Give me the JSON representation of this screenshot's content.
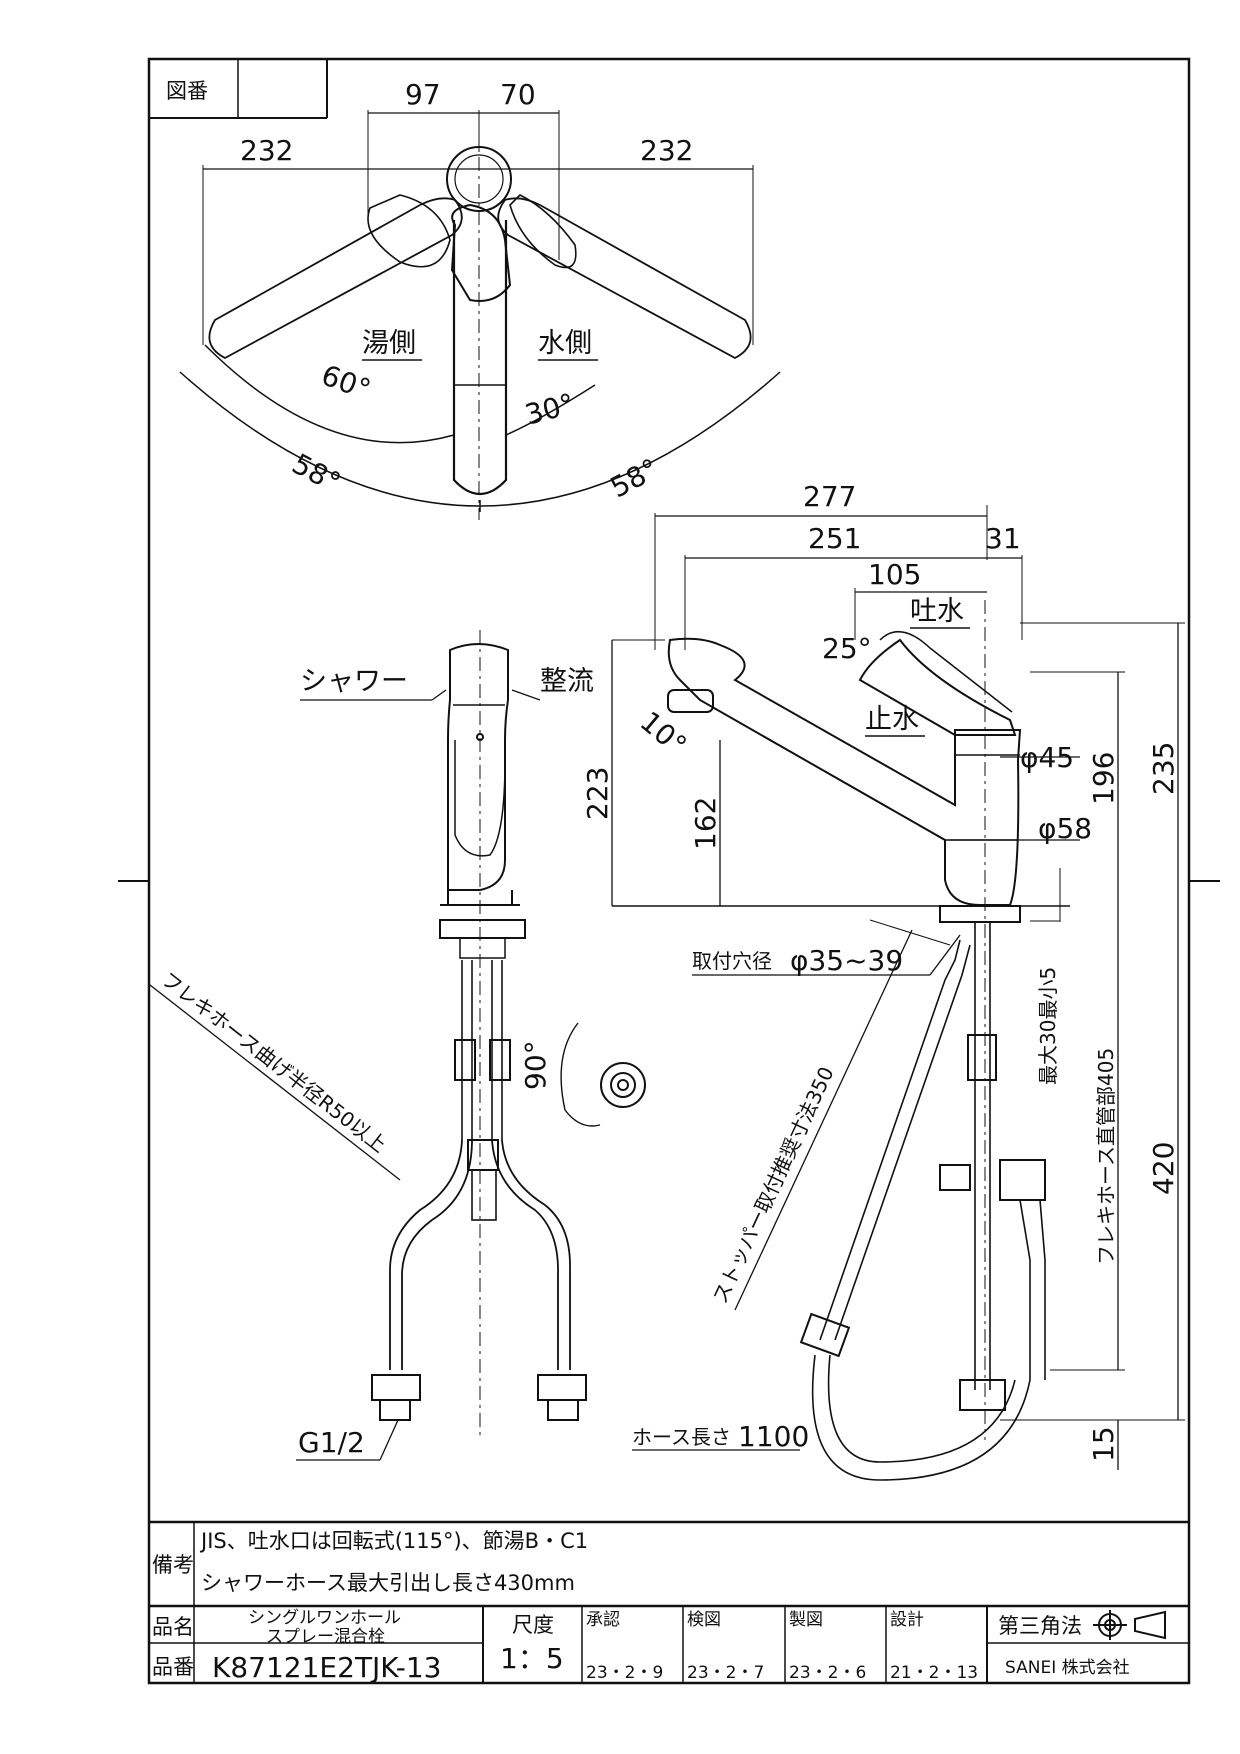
{
  "title_block": {
    "zuban_label": "図番",
    "zuban_value": "",
    "biko_label": "備考",
    "biko_line1": "JIS、吐水口は回転式(115°)、節湯B・C1",
    "biko_line2": "シャワーホース最大引出し長さ430mm",
    "hinmei_label": "品名",
    "hinmei_line1": "シングルワンホール",
    "hinmei_line2": "スプレー混合栓",
    "hinban_label": "品番",
    "hinban_value": "K87121E2TJK-13",
    "shakudo_label": "尺度",
    "shakudo_value": "1：5",
    "shonin_label": "承認",
    "shonin_date": "23・2・9",
    "kenzu_label": "検図",
    "kenzu_date": "23・2・7",
    "seizu_label": "製図",
    "seizu_date": "23・2・6",
    "sekkei_label": "設計",
    "sekkei_date": "21・2・13",
    "projection": "第三角法",
    "company": "SANEI 株式会社"
  },
  "top_view": {
    "dim_97": "97",
    "dim_70": "70",
    "dim_232_left": "232",
    "dim_232_right": "232",
    "label_hot": "湯側",
    "label_cold": "水側",
    "angle_60": "60°",
    "angle_30": "30°",
    "angle_58_left": "58°",
    "angle_58_right": "58°"
  },
  "front_view": {
    "label_shower": "シャワー",
    "label_seiryu": "整流",
    "hose_bend": "フレキホース曲げ半径R50以上",
    "angle_90": "90°",
    "thread": "G1/2"
  },
  "side_view": {
    "dim_277": "277",
    "dim_251": "251",
    "dim_31": "31",
    "dim_105": "105",
    "label_tosui": "吐水",
    "angle_25": "25°",
    "label_shisui": "止水",
    "angle_10": "10°",
    "dim_223": "223",
    "dim_162": "162",
    "dia_45": "φ45",
    "dia_58": "φ58",
    "dim_196": "196",
    "dim_235": "235",
    "mount_hole_label": "取付穴径",
    "mount_hole_value": "φ35~39",
    "max30_min15": "最大30最小5",
    "stopper": "ストッパー取付推奨寸法350",
    "flex_straight": "フレキホース直管部405",
    "dim_420": "420",
    "hose_length_label": "ホース長さ",
    "hose_length_value": "1100",
    "dim_15": "15"
  }
}
